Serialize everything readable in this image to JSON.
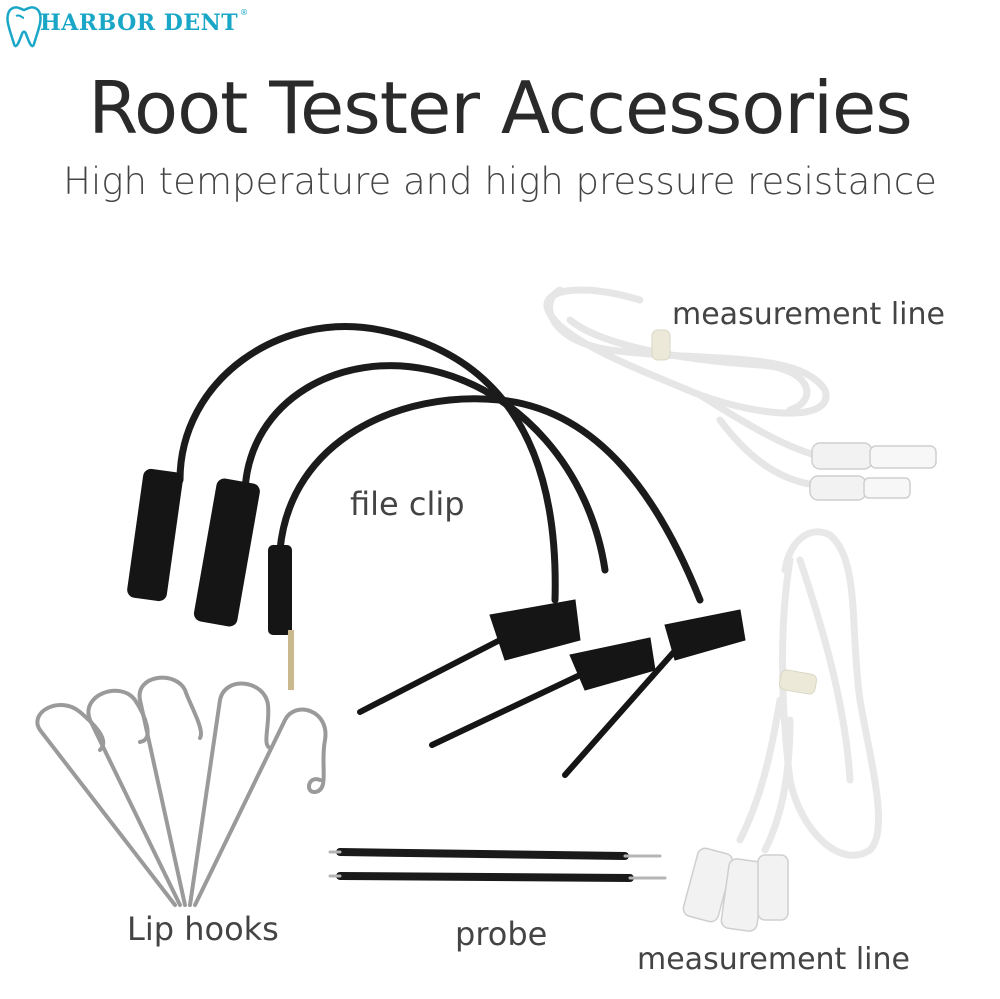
{
  "brand": {
    "name": "HARBOR DENT",
    "registered_mark": "®",
    "color": "#1aa7c7"
  },
  "heading": {
    "title": "Root Tester Accessories",
    "subtitle": "High temperature and high pressure resistance"
  },
  "labels": {
    "measurement_line_top": "measurement line",
    "file_clip": "file clip",
    "lip_hooks": "Lip hooks",
    "probe": "probe",
    "measurement_line_bottom": "measurement line"
  },
  "icons": [
    "tooth-logo-icon"
  ]
}
